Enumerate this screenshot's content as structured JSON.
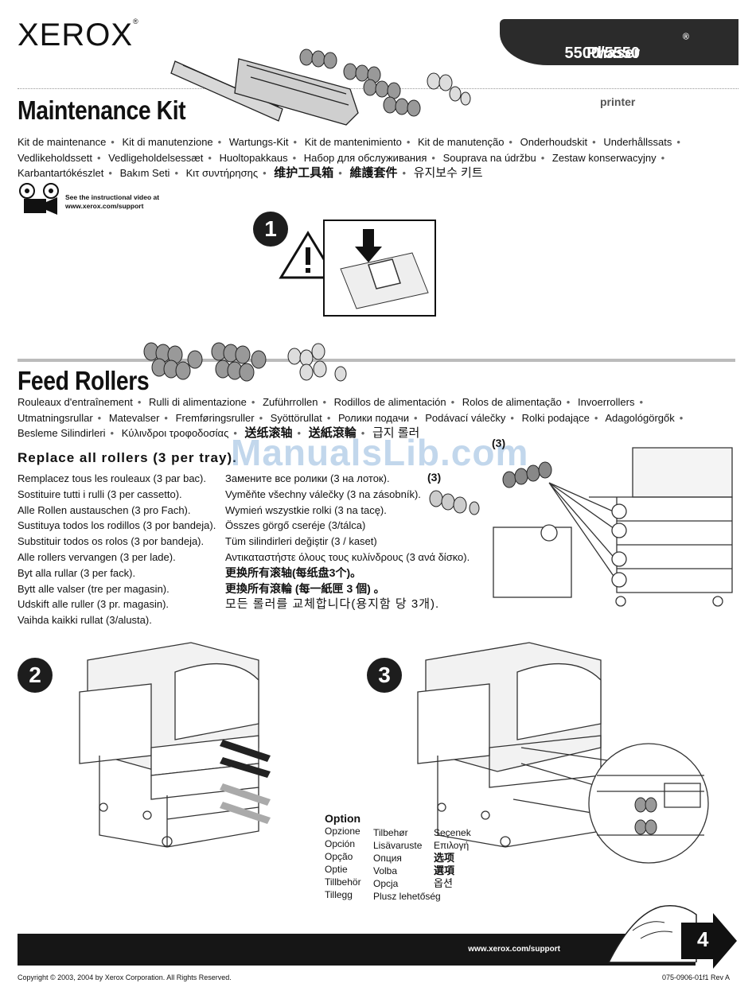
{
  "header": {
    "brand": "XEROX",
    "brand_mark": "®",
    "product_prefix": "Phaser",
    "product_mark": "®",
    "product_models": " 5500/5550",
    "product_type": "printer"
  },
  "maintenance_kit": {
    "title": "Maintenance Kit",
    "translations": [
      "Kit de maintenance",
      "Kit di manutenzione",
      "Wartungs-Kit",
      "Kit de mantenimiento",
      "Kit de manutenção",
      "Onderhoudskit",
      "Underhållssats",
      "Vedlikeholdssett",
      "Vedligeholdelsessæt",
      "Huoltopakkaus",
      "Набор для обслуживания",
      "Souprava na údržbu",
      "Zestaw konserwacyjny",
      "Karbantartókészlet",
      "Bakım Seti",
      "Κιτ συντήρησης",
      "维护工具箱",
      "維護套件",
      "유지보수 키트"
    ],
    "video_note_line1": "See the instructional video at",
    "video_note_line2": "www.xerox.com/support"
  },
  "step1": {
    "number": "1"
  },
  "feed_rollers": {
    "title": "Feed Rollers",
    "translations": [
      "Rouleaux d'entraînement",
      "Rulli di alimentazione",
      "Zuführrollen",
      "Rodillos de alimentación",
      "Rolos de alimentação",
      "Invoerrollers",
      "Utmatningsrullar",
      "Matevalser",
      "Fremføringsruller",
      "Syöttörullat",
      "Ролики подачи",
      "Podávací válečky",
      "Rolki podające",
      "Adagológörgők",
      "Besleme Silindirleri",
      "Κύλινδροι τροφοδοσίας",
      "送纸滚轴",
      "送紙滾輪",
      "급지 롤러"
    ]
  },
  "replace": {
    "heading": "Replace all rollers (3 per tray).",
    "left_column": [
      "Remplacez tous les rouleaux (3 par bac).",
      "Sostituire tutti i rulli (3 per cassetto).",
      "Alle Rollen austauschen (3 pro Fach).",
      "Sustituya todos los rodillos (3 por bandeja).",
      "Substituir todos os rolos (3 por bandeja).",
      "Alle rollers vervangen (3 per lade).",
      "Byt alla rullar (3 per fack).",
      "Bytt alle valser (tre per magasin).",
      "Udskift alle ruller (3 pr. magasin).",
      "Vaihda kaikki rullat (3/alusta)."
    ],
    "right_column": [
      "Замените все ролики (3 на лоток).",
      "Vyměňte všechny válečky (3 na zásobník).",
      "Wymień wszystkie rolki (3 na tacę).",
      "Összes görgő cseréje (3/tálca)",
      "Tüm silindirleri değiştir (3 / kaset)",
      "Αντικαταστήστε όλους τους κυλίνδρους (3 ανά δίσκο).",
      "更换所有滚轴(每纸盘3个)。",
      "更換所有滾輪 (每一紙匣 3 個) 。",
      "모든 롤러를 교체합니다(용지함 당 3개)."
    ],
    "count_label_a": "(3)",
    "count_label_b": "(3)"
  },
  "step2": {
    "number": "2"
  },
  "step3": {
    "number": "3"
  },
  "option": {
    "title": "Option",
    "col1": [
      "Opzione",
      "Opción",
      "Opção",
      "Optie",
      "Tillbehör",
      "Tillegg"
    ],
    "col2": [
      "Tilbehør",
      "Lisävaruste",
      "Опция",
      "Volba",
      "Opcja",
      "Plusz lehetőség"
    ],
    "col3": [
      "Seçenek",
      "Επιλογή",
      "选项",
      "選項",
      "옵션"
    ]
  },
  "footer": {
    "url": "www.xerox.com/support",
    "page_number": "4",
    "copyright": "Copyright © 2003, 2004 by Xerox Corporation.  All Rights Reserved.",
    "doc_number": "075-0906-01f1 Rev A"
  },
  "watermark": "ManualsLib.com"
}
